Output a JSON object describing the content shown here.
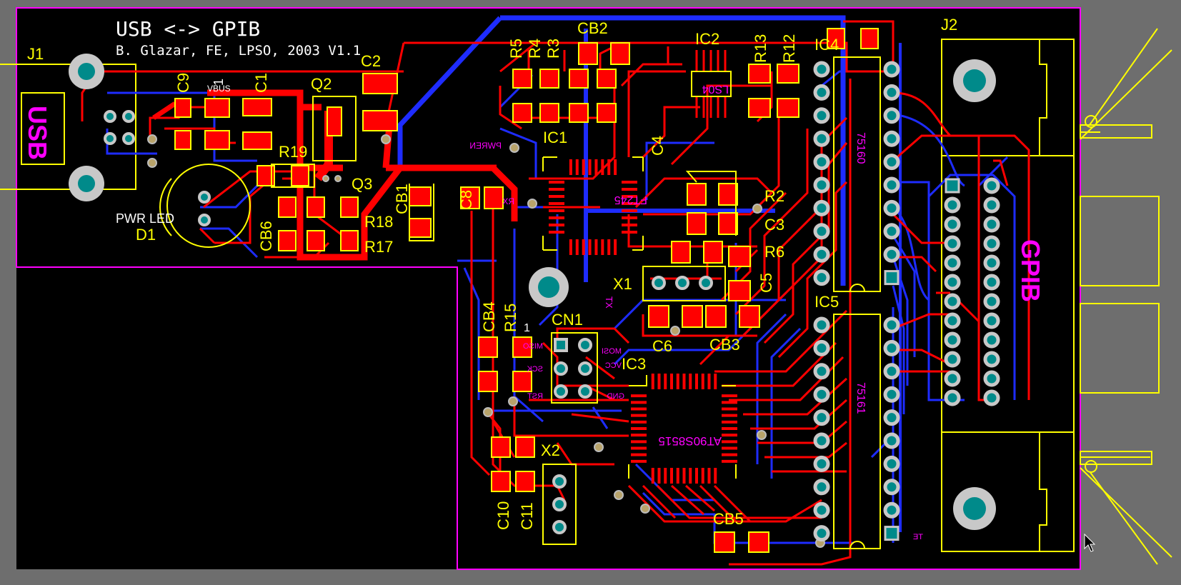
{
  "title": {
    "line1": "USB <-> GPIB",
    "line2": "B. Glazar, FE, LPSO, 2003 V1.1"
  },
  "connectors": {
    "j1": "J1",
    "j2": "J2",
    "usb_mark": "USB",
    "gpib_mark": "GPIB"
  },
  "designators": {
    "c9": "C9",
    "l1": "1",
    "vbus": "VBUS",
    "c1": "C1",
    "q2": "Q2",
    "c2": "C2",
    "r19": "R19",
    "q3": "Q3",
    "r18": "R18",
    "r17": "R17",
    "cb6": "CB6",
    "cb1": "CB1",
    "c8": "C8",
    "pwr_led": "PWR LED",
    "d1": "D1",
    "r5": "R5",
    "r4": "R4",
    "r3": "R3",
    "cb2": "CB2",
    "ic1": "IC1",
    "ic2": "IC2",
    "r13": "R13",
    "r12": "R12",
    "ic4": "IC4",
    "c4": "C4",
    "r2": "R2",
    "c3": "C3",
    "r6": "R6",
    "c5": "C5",
    "x1": "X1",
    "cb4": "CB4",
    "r15": "R15",
    "pin1": "1",
    "cn1": "CN1",
    "ic3": "IC3",
    "c6": "C6",
    "cb3": "CB3",
    "ic5": "IC5",
    "x2": "X2",
    "c10": "C10",
    "c11": "C11",
    "cb5": "CB5"
  },
  "copper_labels": {
    "pwren": "PWREN",
    "rx": "RX",
    "tx": "TX",
    "ft245": "FT245",
    "ls04": "LS04",
    "chip_75160": "75160",
    "chip_75161": "75161",
    "at90": "AT90S8515",
    "miso": "MISO",
    "sck": "SCK",
    "rst": "RST",
    "mosi": "MOSI",
    "vcc": "VCC",
    "gnd": "GND",
    "te": "TE"
  },
  "colors": {
    "board": "#000000",
    "background": "#6e6e6e",
    "top_copper": "#ff0000",
    "bottom_copper": "#1e2cff",
    "silkscreen": "#ffff00",
    "board_outline": "#ff00ff",
    "pad_hole": "#008a8a",
    "pad_ring": "#c8c8c8"
  }
}
